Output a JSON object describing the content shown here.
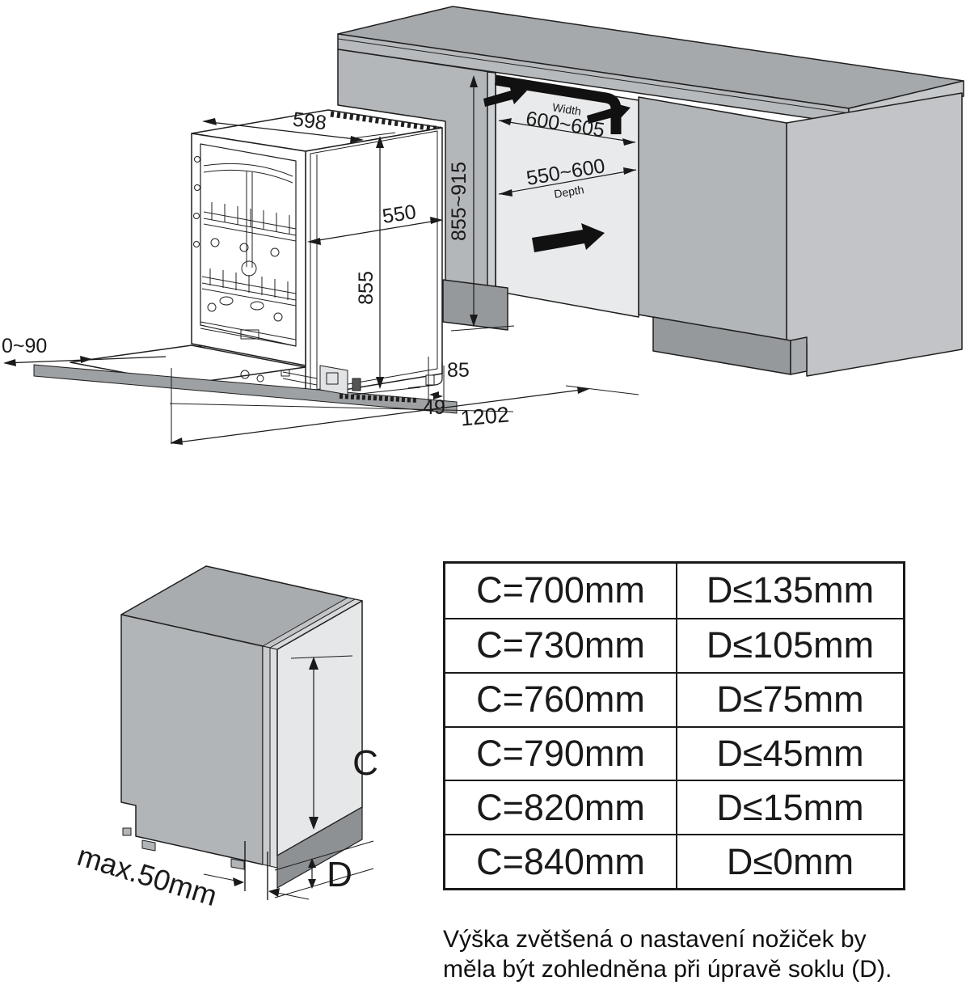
{
  "top_diagram": {
    "dishwasher": {
      "width": "598",
      "body_depth": "550",
      "height": "855",
      "door_angle": "0~90",
      "rear_foot_offset": "49",
      "rear_gap": "85",
      "total_depth_door_open": "1202"
    },
    "niche": {
      "width_label": "Width",
      "width_range": "600~605",
      "depth_range": "550~600",
      "depth_label": "Depth",
      "height_range": "855~915"
    }
  },
  "adjustment_diagram": {
    "door_height_label": "C",
    "plinth_gap_label": "D",
    "max_gap_label": "max.50mm"
  },
  "table": {
    "rows": [
      {
        "c": "C=700mm",
        "d": "D≤135mm"
      },
      {
        "c": "C=730mm",
        "d": "D≤105mm"
      },
      {
        "c": "C=760mm",
        "d": "D≤75mm"
      },
      {
        "c": "C=790mm",
        "d": "D≤45mm"
      },
      {
        "c": "C=820mm",
        "d": "D≤15mm"
      },
      {
        "c": "C=840mm",
        "d": "D≤0mm"
      }
    ]
  },
  "note": {
    "line1": "Výška zvětšená o nastavení nožiček by",
    "line2": "měla být zohledněna při úpravě soklu (D)."
  }
}
